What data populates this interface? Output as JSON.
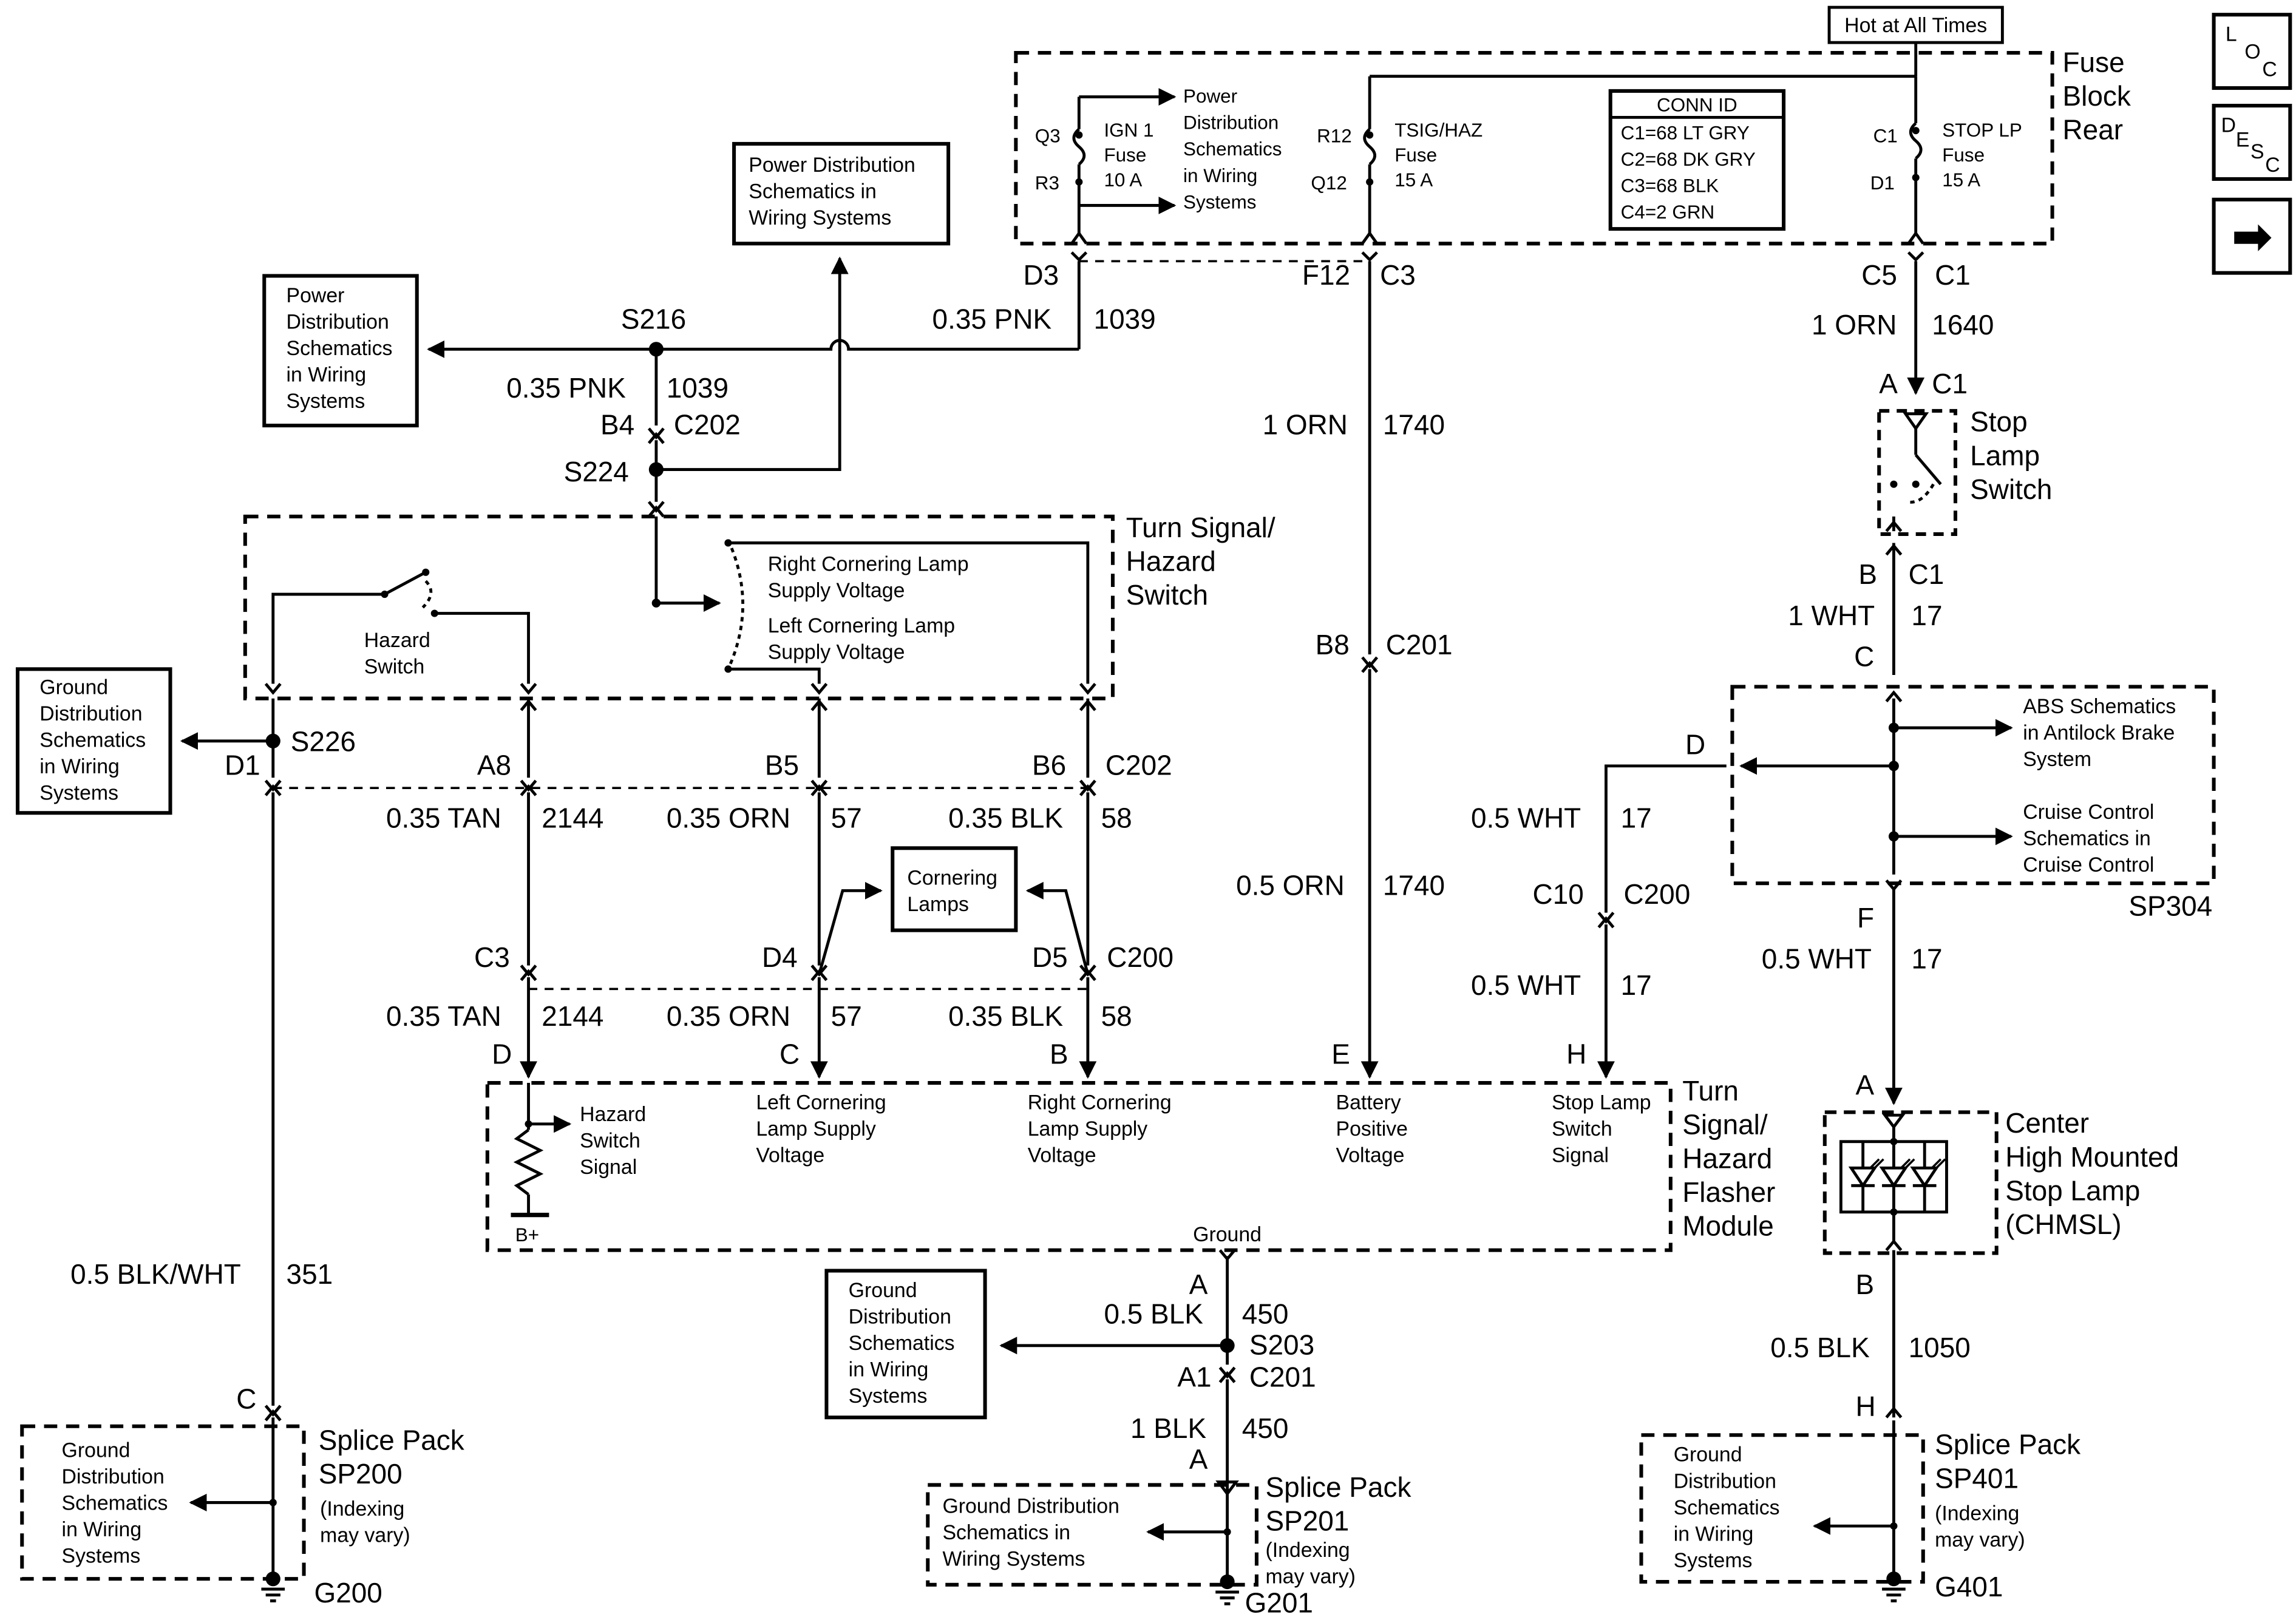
{
  "hot": "Hot at All Times",
  "nav": {
    "loc": [
      "L",
      "O",
      "C"
    ],
    "desc": [
      "D",
      "E",
      "S",
      "C"
    ],
    "next": "➡"
  },
  "fuse_block": {
    "title": [
      "Fuse",
      "Block",
      "Rear"
    ],
    "ign": {
      "p1": "Q3",
      "p2": "R3",
      "name": [
        "IGN 1",
        "Fuse",
        "10 A"
      ]
    },
    "pd": [
      "Power",
      "Distribution",
      "Schematics",
      "in Wiring",
      "Systems"
    ],
    "tsig": {
      "p1": "R12",
      "p2": "Q12",
      "name": [
        "TSIG/HAZ",
        "Fuse",
        "15 A"
      ]
    },
    "conn": {
      "title": "CONN ID",
      "rows": [
        "C1=68 LT GRY",
        "C2=68 DK GRY",
        "C3=68 BLK",
        "C4=2 GRN"
      ]
    },
    "stop": {
      "p1": "C1",
      "p2": "D1",
      "name": [
        "STOP LP",
        "Fuse",
        "15 A"
      ]
    }
  },
  "pd_top": [
    "Power Distribution",
    "Schematics in",
    "Wiring Systems"
  ],
  "pd_left": [
    "Power",
    "Distribution",
    "Schematics",
    "in Wiring",
    "Systems"
  ],
  "ign_circuit": {
    "fb_pin": "D3",
    "wire": "0.35 PNK",
    "circuit": "1039",
    "splice1": "S216",
    "wire2": "0.35 PNK",
    "circuit2": "1039",
    "pin": "B4",
    "conn": "C202",
    "splice2": "S224"
  },
  "tsig_circuit": {
    "fb_pin": "F12",
    "fb_conn": "C3",
    "wire": "1 ORN",
    "circuit": "1740",
    "pin": "B8",
    "conn": "C201",
    "wire2": "0.5 ORN",
    "circuit2": "1740",
    "mod_pin": "E"
  },
  "stop_circuit": {
    "fb_pin": "C5",
    "fb_conn": "C1",
    "wire": "1 ORN",
    "circuit": "1640",
    "sw_pin_in": "A",
    "sw_conn_in": "C1",
    "sw_label": [
      "Stop",
      "Lamp",
      "Switch"
    ],
    "sw_pin_out": "B",
    "sw_conn_out": "C1",
    "wire2": "1 WHT",
    "circuit2": "17"
  },
  "sp304": {
    "pin_in": "C",
    "pin_d": "D",
    "pin_f": "F",
    "name": "SP304",
    "abs": [
      "ABS Schematics",
      "in Antilock Brake",
      "System"
    ],
    "cruise": [
      "Cruise Control",
      "Schematics in",
      "Cruise Control"
    ]
  },
  "stop_sig": {
    "wire": "0.5 WHT",
    "circuit": "17",
    "pin": "C10",
    "conn": "C200",
    "wire2": "0.5 WHT",
    "circuit2": "17",
    "mod_pin": "H"
  },
  "chmsl_feed": {
    "wire": "0.5 WHT",
    "circuit": "17",
    "pin_a": "A"
  },
  "chmsl": {
    "label": [
      "Center",
      "High Mounted",
      "Stop Lamp",
      "(CHMSL)"
    ],
    "pin_b": "B"
  },
  "chmsl_gnd": {
    "wire": "0.5 BLK",
    "circuit": "1050",
    "pin_h": "H"
  },
  "tsw": {
    "label": [
      "Turn Signal/",
      "Hazard",
      "Switch"
    ],
    "hazard": [
      "Hazard",
      "Switch"
    ],
    "right": [
      "Right Cornering Lamp",
      "Supply Voltage"
    ],
    "left": [
      "Left Cornering Lamp",
      "Supply Voltage"
    ]
  },
  "gnd_left": {
    "box": [
      "Ground",
      "Distribution",
      "Schematics",
      "in Wiring",
      "Systems"
    ],
    "splice": "S226",
    "pin": "D1"
  },
  "mid_conn": {
    "pins": [
      "A8",
      "B5",
      "B6"
    ],
    "conn": "C202",
    "wires": [
      {
        "wire": "0.35 TAN",
        "circuit": "2144"
      },
      {
        "wire": "0.35 ORN",
        "circuit": "57"
      },
      {
        "wire": "0.35 BLK",
        "circuit": "58"
      }
    ]
  },
  "cornering": [
    "Cornering",
    "Lamps"
  ],
  "c200": {
    "pins": [
      "C3",
      "D4",
      "D5"
    ],
    "conn": "C200",
    "wires": [
      {
        "wire": "0.35 TAN",
        "circuit": "2144"
      },
      {
        "wire": "0.35 ORN",
        "circuit": "57"
      },
      {
        "wire": "0.35 BLK",
        "circuit": "58"
      }
    ]
  },
  "flasher": {
    "label": [
      "Turn",
      "Signal/",
      "Hazard",
      "Flasher",
      "Module"
    ],
    "pins": [
      "D",
      "C",
      "B"
    ],
    "hazard_sig": [
      "Hazard",
      "Switch",
      "Signal"
    ],
    "left": [
      "Left Cornering",
      "Lamp Supply",
      "Voltage"
    ],
    "right": [
      "Right Cornering",
      "Lamp Supply",
      "Voltage"
    ],
    "battery": [
      "Battery",
      "Positive",
      "Voltage"
    ],
    "stop": [
      "Stop Lamp",
      "Switch",
      "Signal"
    ],
    "bplus": "B+",
    "ground": "Ground"
  },
  "left_gnd_wire": {
    "wire": "0.5 BLK/WHT",
    "circuit": "351",
    "pin": "C"
  },
  "sp200": {
    "label": [
      "Splice Pack",
      "SP200"
    ],
    "index": [
      "(Indexing",
      "may vary)"
    ],
    "box": [
      "Ground",
      "Distribution",
      "Schematics",
      "in Wiring",
      "Systems"
    ],
    "gnd": "G200"
  },
  "mod_gnd": {
    "pin": "A",
    "wire": "0.5 BLK",
    "circuit": "450",
    "splice": "S203",
    "pin2": "A1",
    "conn": "C201",
    "wire2": "1 BLK",
    "circuit2": "450",
    "pin3": "A",
    "box": [
      "Ground",
      "Distribution",
      "Schematics",
      "in Wiring",
      "Systems"
    ]
  },
  "sp201": {
    "label": [
      "Splice Pack",
      "SP201"
    ],
    "index": [
      "(Indexing",
      "may vary)"
    ],
    "box": [
      "Ground Distribution",
      "Schematics in",
      "Wiring Systems"
    ],
    "gnd": "G201"
  },
  "sp401": {
    "label": [
      "Splice Pack",
      "SP401"
    ],
    "index": [
      "(Indexing",
      "may vary)"
    ],
    "box": [
      "Ground",
      "Distribution",
      "Schematics",
      "in Wiring",
      "Systems"
    ],
    "gnd": "G401"
  }
}
